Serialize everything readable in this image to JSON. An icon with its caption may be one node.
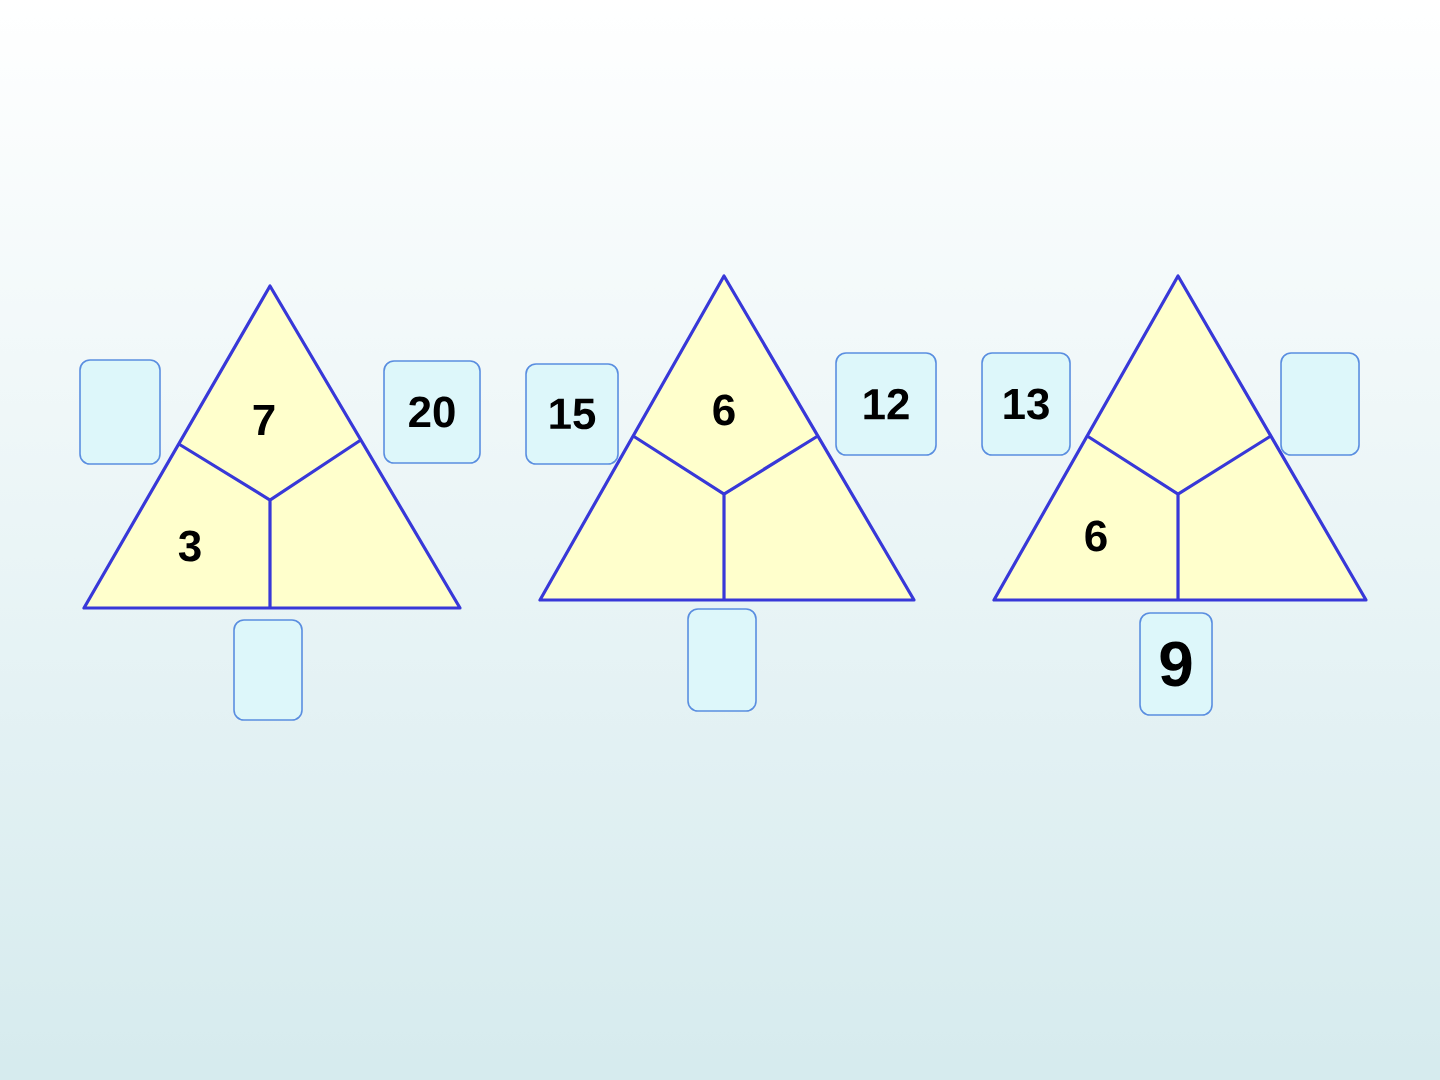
{
  "diagram": {
    "nodes": [
      {
        "text": [],
        "shape": "triangle"
      },
      {
        "text": [
          "7"
        ],
        "in": 0
      },
      {
        "text": [
          "3"
        ],
        "in": 0
      },
      {
        "text": [],
        "shape": "polygon",
        "in": 0
      },
      {
        "text": [],
        "shape": "box"
      },
      {
        "text": [
          "20"
        ]
      },
      {
        "text": [],
        "shape": "box"
      },
      {
        "text": [],
        "shape": "triangle"
      },
      {
        "text": [
          "6"
        ],
        "in": 7
      },
      {
        "text": [],
        "shape": "polygon",
        "in": 7
      },
      {
        "text": [],
        "shape": "polygon",
        "in": 7
      },
      {
        "text": [
          "15"
        ]
      },
      {
        "text": [
          "12"
        ]
      },
      {
        "text": [],
        "shape": "box"
      },
      {
        "text": [],
        "shape": "triangle"
      },
      {
        "text": [],
        "shape": "polygon",
        "in": 14
      },
      {
        "text": [
          "6"
        ],
        "in": 14
      },
      {
        "text": [],
        "shape": "polygon",
        "in": 14
      },
      {
        "text": [
          "13"
        ]
      },
      {
        "text": [],
        "shape": "box"
      },
      {
        "text": [
          "9"
        ]
      }
    ]
  }
}
